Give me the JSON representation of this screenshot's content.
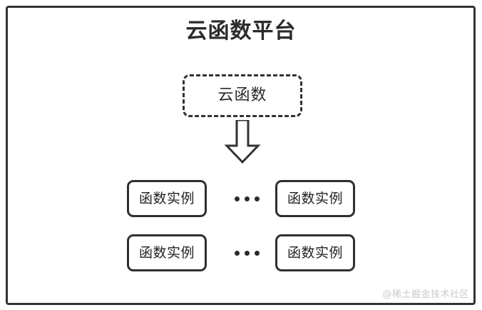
{
  "diagram": {
    "title": "云函数平台",
    "frame": {
      "name": "platform-frame",
      "border_color": "#333333",
      "background": "#ffffff"
    },
    "cloud_function": {
      "label": "云函数",
      "border_style": "dashed",
      "border_color": "#333333"
    },
    "arrow": {
      "name": "down-arrow-icon",
      "direction": "down",
      "fill": "#ffffff",
      "stroke": "#333333"
    },
    "rows": [
      {
        "left": {
          "label": "函数实例"
        },
        "ellipsis": "•••",
        "right": {
          "label": "函数实例"
        }
      },
      {
        "left": {
          "label": "函数实例"
        },
        "ellipsis": "•••",
        "right": {
          "label": "函数实例"
        }
      }
    ],
    "watermark": "@稀土掘金技术社区",
    "colors": {
      "stroke": "#333333",
      "box_stroke": "#2f2f2f",
      "text": "#2b2b2b",
      "instance_text": "#222222",
      "watermark": "#c9c9c9",
      "background": "#ffffff"
    }
  }
}
